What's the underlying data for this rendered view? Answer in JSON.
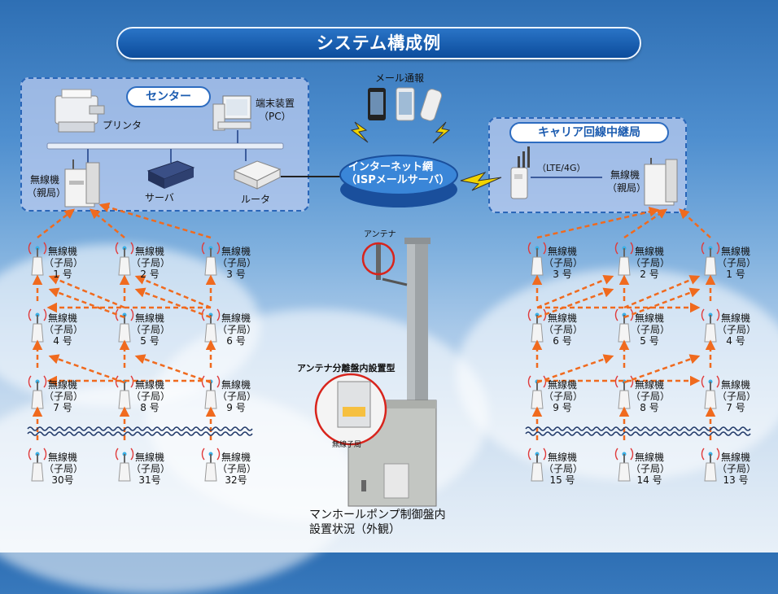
{
  "title": "システム構成例",
  "center": {
    "title": "センター",
    "printer": "プリンタ",
    "terminal_line1": "端末装置",
    "terminal_line2": "（PC）",
    "server": "サーバ",
    "router": "ルータ",
    "master_line1": "無線機",
    "master_line2": "（親局）"
  },
  "mail_notice": "メール通報",
  "internet_line1": "インターネット網",
  "internet_line2": "（ISPメールサーバ）",
  "carrier": {
    "title": "キャリア回線中継局",
    "lte": "（LTE/4G）",
    "master_line1": "無線機",
    "master_line2": "（親局）"
  },
  "antenna": "アンテナ",
  "inset_title": "アンテナ分離盤内設置型",
  "inset_label": "無線子局",
  "photo_caption_line1": "マンホールポンプ制御盤内",
  "photo_caption_line2": "設置状況（外観）",
  "unit_line1": "無線機",
  "unit_line2": "（子局）",
  "left_units": [
    {
      "num": "1 号"
    },
    {
      "num": "2 号"
    },
    {
      "num": "3 号"
    },
    {
      "num": "4 号"
    },
    {
      "num": "5 号"
    },
    {
      "num": "6 号"
    },
    {
      "num": "7 号"
    },
    {
      "num": "8 号"
    },
    {
      "num": "9 号"
    },
    {
      "num": "30号"
    },
    {
      "num": "31号"
    },
    {
      "num": "32号"
    }
  ],
  "right_units": [
    {
      "num": "3 号"
    },
    {
      "num": "2 号"
    },
    {
      "num": "1 号"
    },
    {
      "num": "6 号"
    },
    {
      "num": "5 号"
    },
    {
      "num": "4 号"
    },
    {
      "num": "9 号"
    },
    {
      "num": "8 号"
    },
    {
      "num": "7 号"
    },
    {
      "num": "15 号"
    },
    {
      "num": "14 号"
    },
    {
      "num": "13 号"
    }
  ],
  "colors": {
    "arrow": "#f06a1e",
    "panel_border": "#2a66b8",
    "title_bg": "#0c4c9c"
  }
}
